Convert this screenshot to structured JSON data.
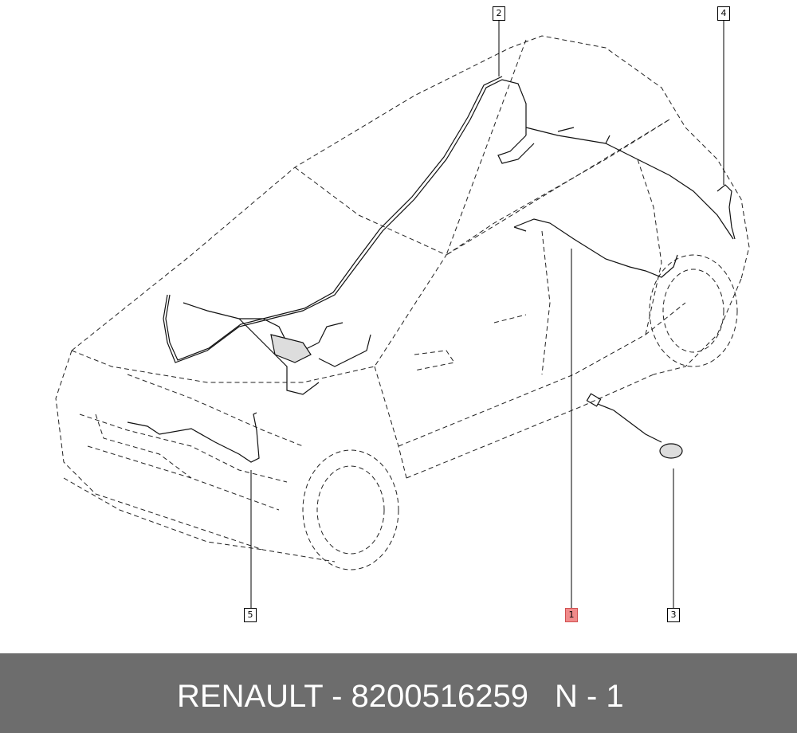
{
  "callouts": [
    {
      "id": "callout-1",
      "label": "1"
    },
    {
      "id": "callout-2",
      "label": "2"
    },
    {
      "id": "callout-3",
      "label": "3"
    },
    {
      "id": "callout-4",
      "label": "4"
    },
    {
      "id": "callout-5",
      "label": "5"
    }
  ],
  "highlight_color": "#f08a8a",
  "footer": {
    "brand_part": "RENAULT - 8200516259",
    "position": "N - 1",
    "background": "#6d6d6d"
  }
}
